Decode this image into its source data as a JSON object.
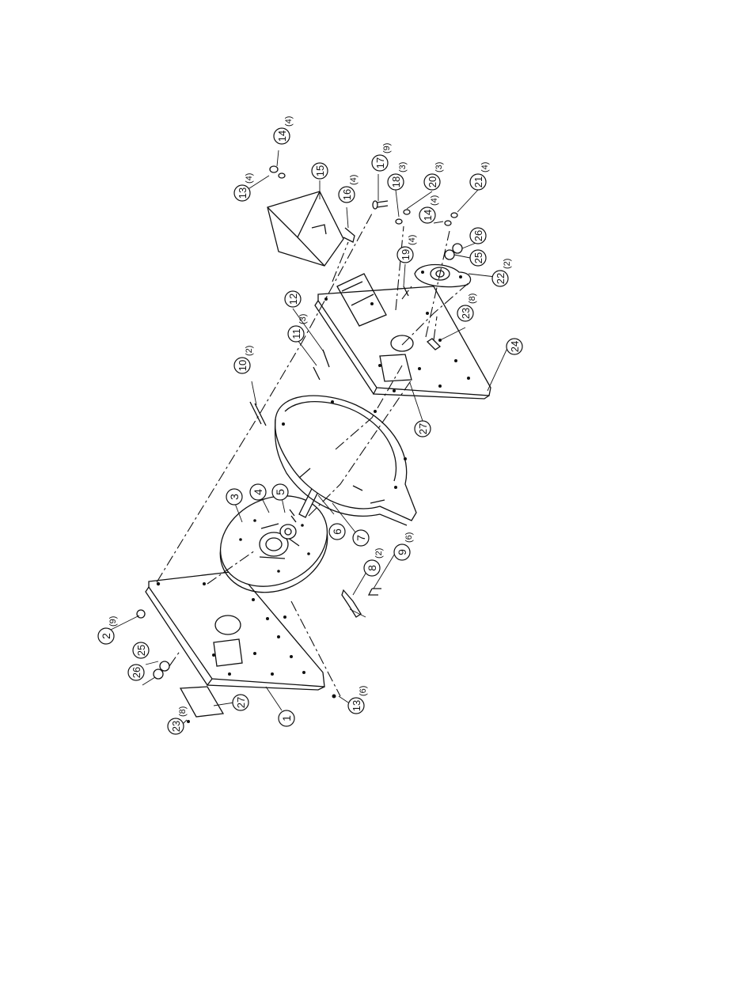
{
  "diagram": {
    "callouts": [
      {
        "id": "c1",
        "num": "1",
        "qty": ""
      },
      {
        "id": "c2",
        "num": "2",
        "qty": "(9)"
      },
      {
        "id": "c3",
        "num": "3",
        "qty": ""
      },
      {
        "id": "c4",
        "num": "4",
        "qty": ""
      },
      {
        "id": "c5",
        "num": "5",
        "qty": ""
      },
      {
        "id": "c6",
        "num": "6",
        "qty": ""
      },
      {
        "id": "c7",
        "num": "7",
        "qty": ""
      },
      {
        "id": "c8",
        "num": "8",
        "qty": "(2)"
      },
      {
        "id": "c9",
        "num": "9",
        "qty": "(6)"
      },
      {
        "id": "c10",
        "num": "10",
        "qty": "(2)"
      },
      {
        "id": "c11",
        "num": "11",
        "qty": "(3)"
      },
      {
        "id": "c12",
        "num": "12",
        "qty": ""
      },
      {
        "id": "c13a",
        "num": "13",
        "qty": "(4)"
      },
      {
        "id": "c13b",
        "num": "13",
        "qty": "(6)"
      },
      {
        "id": "c14a",
        "num": "14",
        "qty": "(4)"
      },
      {
        "id": "c14b",
        "num": "14",
        "qty": "(4)"
      },
      {
        "id": "c15",
        "num": "15",
        "qty": ""
      },
      {
        "id": "c16",
        "num": "16",
        "qty": "(4)"
      },
      {
        "id": "c17",
        "num": "17",
        "qty": "(9)"
      },
      {
        "id": "c18",
        "num": "18",
        "qty": "(3)"
      },
      {
        "id": "c19",
        "num": "19",
        "qty": "(4)"
      },
      {
        "id": "c20",
        "num": "20",
        "qty": "(3)"
      },
      {
        "id": "c21",
        "num": "21",
        "qty": "(4)"
      },
      {
        "id": "c22",
        "num": "22",
        "qty": "(2)"
      },
      {
        "id": "c23a",
        "num": "23",
        "qty": "(8)"
      },
      {
        "id": "c23b",
        "num": "23",
        "qty": "(8)"
      },
      {
        "id": "c24",
        "num": "24",
        "qty": ""
      },
      {
        "id": "c25a",
        "num": "25",
        "qty": ""
      },
      {
        "id": "c25b",
        "num": "25",
        "qty": ""
      },
      {
        "id": "c26a",
        "num": "26",
        "qty": ""
      },
      {
        "id": "c26b",
        "num": "26",
        "qty": ""
      },
      {
        "id": "c27a",
        "num": "27",
        "qty": ""
      },
      {
        "id": "c27b",
        "num": "27",
        "qty": ""
      }
    ]
  }
}
